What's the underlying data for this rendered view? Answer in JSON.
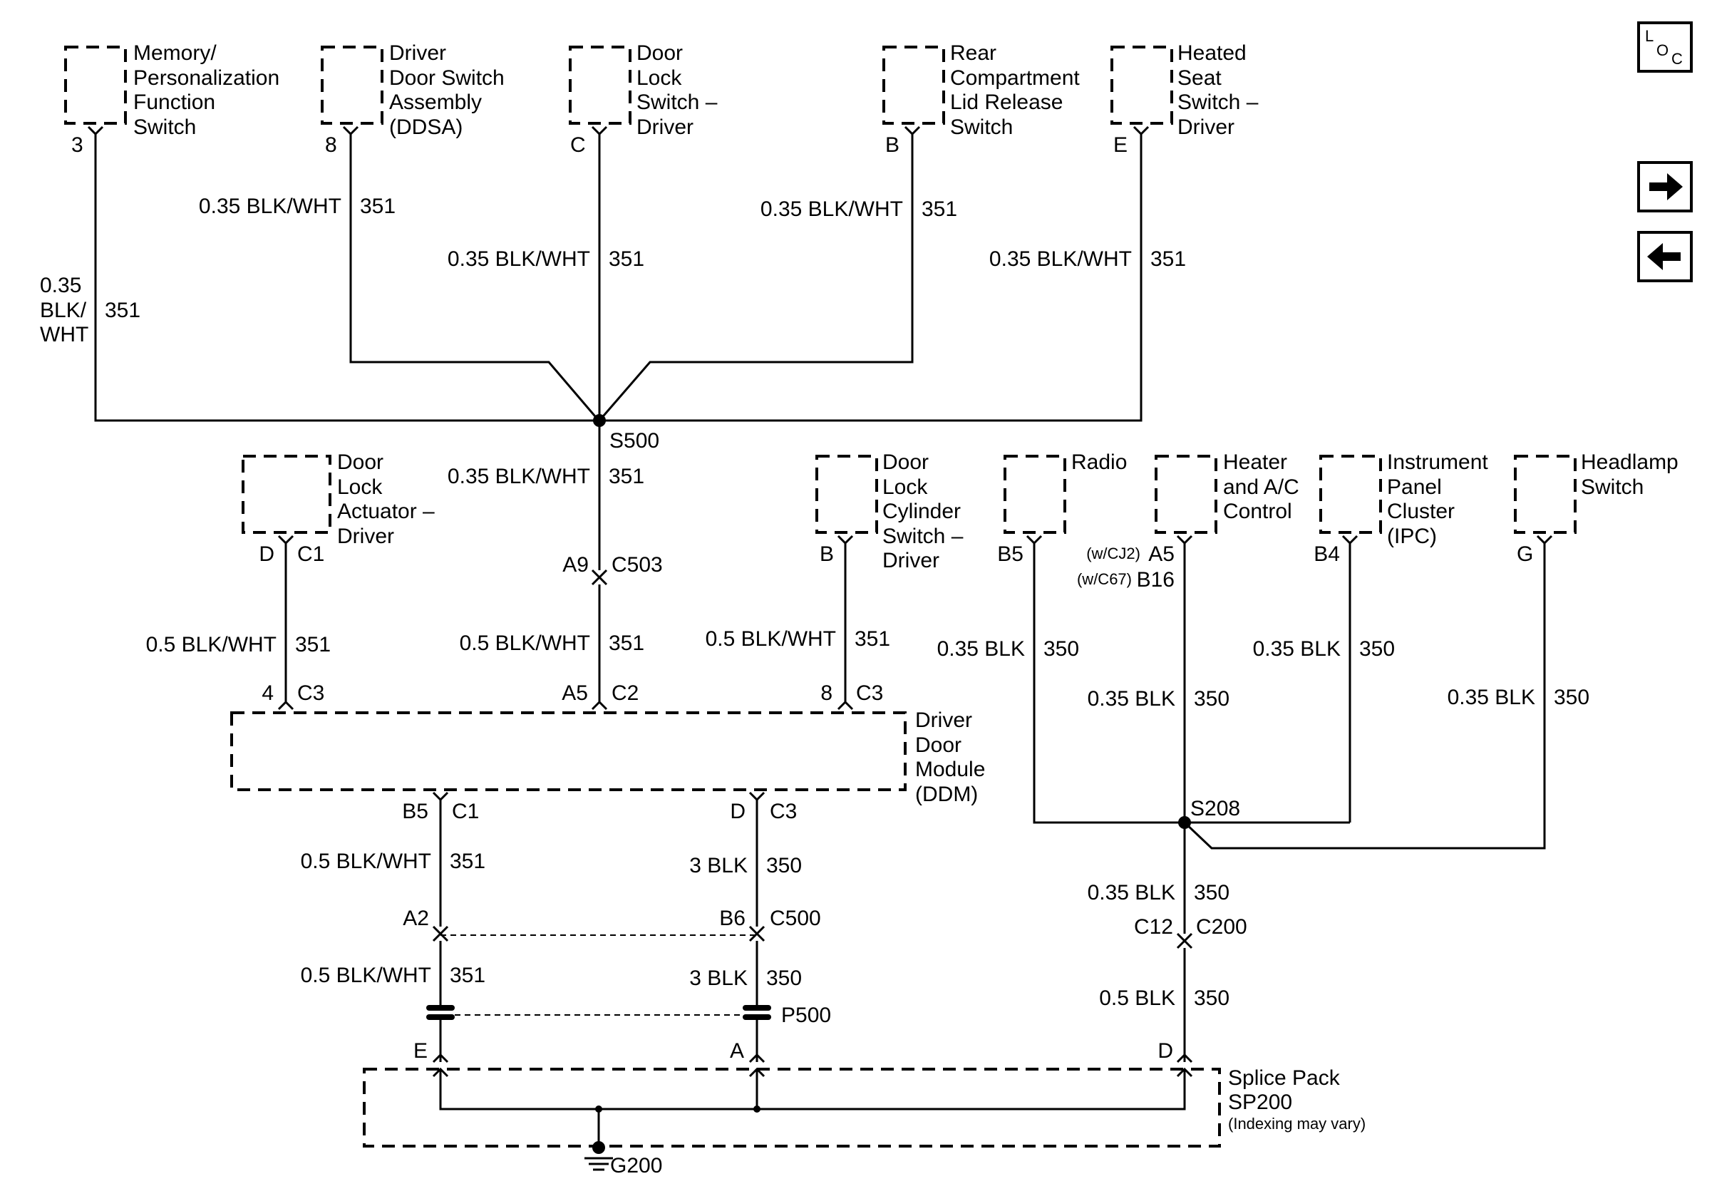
{
  "nav": {
    "loc_letters": [
      "L",
      "O",
      "C"
    ]
  },
  "components": {
    "memory": [
      "Memory/",
      "Personalization",
      "Function",
      "Switch"
    ],
    "ddsa": [
      "Driver",
      "Door Switch",
      "Assembly",
      "(DDSA)"
    ],
    "door_lock_switch": [
      "Door",
      "Lock",
      "Switch –",
      "Driver"
    ],
    "rear_compartment": [
      "Rear",
      "Compartment",
      "Lid Release",
      "Switch"
    ],
    "heated_seat": [
      "Heated",
      "Seat",
      "Switch –",
      "Driver"
    ],
    "actuator": [
      "Door",
      "Lock",
      "Actuator –",
      "Driver"
    ],
    "cylinder": [
      "Door",
      "Lock",
      "Cylinder",
      "Switch –",
      "Driver"
    ],
    "radio": [
      "Radio"
    ],
    "hvac": [
      "Heater",
      "and A/C",
      "Control"
    ],
    "ipc": [
      "Instrument",
      "Panel",
      "Cluster",
      "(IPC)"
    ],
    "headlamp": [
      "Headlamp",
      "Switch"
    ],
    "ddm": [
      "Driver",
      "Door",
      "Module",
      "(DDM)"
    ],
    "splice_pack": [
      "Splice Pack",
      "SP200"
    ],
    "splice_pack_note": "(Indexing may vary)"
  },
  "pins": {
    "memory": "3",
    "ddsa": "8",
    "door_lock_switch": "C",
    "rear_compartment": "B",
    "heated_seat": "E",
    "actuator_pin": "D",
    "actuator_conn": "C1",
    "c503_pin": "A9",
    "c503_conn": "C503",
    "cylinder": "B",
    "radio": "B5",
    "hvac_cj2_note": "(w/CJ2)",
    "hvac_cj2_pin": "A5",
    "hvac_c67_note": "(w/C67)",
    "hvac_c67_pin": "B16",
    "ipc": "B4",
    "headlamp": "G",
    "ddm_c3_left_pin": "4",
    "ddm_c3_left_conn": "C3",
    "ddm_c2_pin": "A5",
    "ddm_c2_conn": "C2",
    "ddm_c3_right_pin": "8",
    "ddm_c3_right_conn": "C3",
    "ddm_c1_pin": "B5",
    "ddm_c1_conn": "C1",
    "ddm_c3_bottom_pin": "D",
    "ddm_c3_bottom_conn": "C3",
    "c500_left_pin": "A2",
    "c500_right_pin": "B6",
    "c500_conn": "C500",
    "c200_pin": "C12",
    "c200_conn": "C200",
    "sp_e": "E",
    "sp_a": "A",
    "sp_d": "D"
  },
  "wires": {
    "memory": [
      "0.35",
      "BLK/",
      "WHT"
    ],
    "memory_circuit": "351",
    "ddsa": "0.35 BLK/WHT",
    "ddsa_circuit": "351",
    "door_lock_switch": "0.35 BLK/WHT",
    "door_lock_switch_circuit": "351",
    "rear_compartment": "0.35 BLK/WHT",
    "rear_compartment_circuit": "351",
    "heated_seat": "0.35 BLK/WHT",
    "heated_seat_circuit": "351",
    "s500_down": "0.35 BLK/WHT",
    "s500_down_circuit": "351",
    "actuator": "0.5 BLK/WHT",
    "actuator_circuit": "351",
    "c503_down": "0.5 BLK/WHT",
    "c503_down_circuit": "351",
    "cylinder": "0.5 BLK/WHT",
    "cylinder_circuit": "351",
    "radio": "0.35 BLK",
    "radio_circuit": "350",
    "hvac": "0.35 BLK",
    "hvac_circuit": "350",
    "ipc": "0.35 BLK",
    "ipc_circuit": "350",
    "headlamp": "0.35 BLK",
    "headlamp_circuit": "350",
    "ddm_c1": "0.5 BLK/WHT",
    "ddm_c1_circuit": "351",
    "ddm_c3": "3 BLK",
    "ddm_c3_circuit": "350",
    "c500_left": "0.5 BLK/WHT",
    "c500_left_circuit": "351",
    "c500_right": "3 BLK",
    "c500_right_circuit": "350",
    "s208_down": "0.35 BLK",
    "s208_down_circuit": "350",
    "c200_down": "0.5 BLK",
    "c200_down_circuit": "350"
  },
  "splices": {
    "s500": "S500",
    "s208": "S208",
    "p500": "P500",
    "g200": "G200"
  }
}
